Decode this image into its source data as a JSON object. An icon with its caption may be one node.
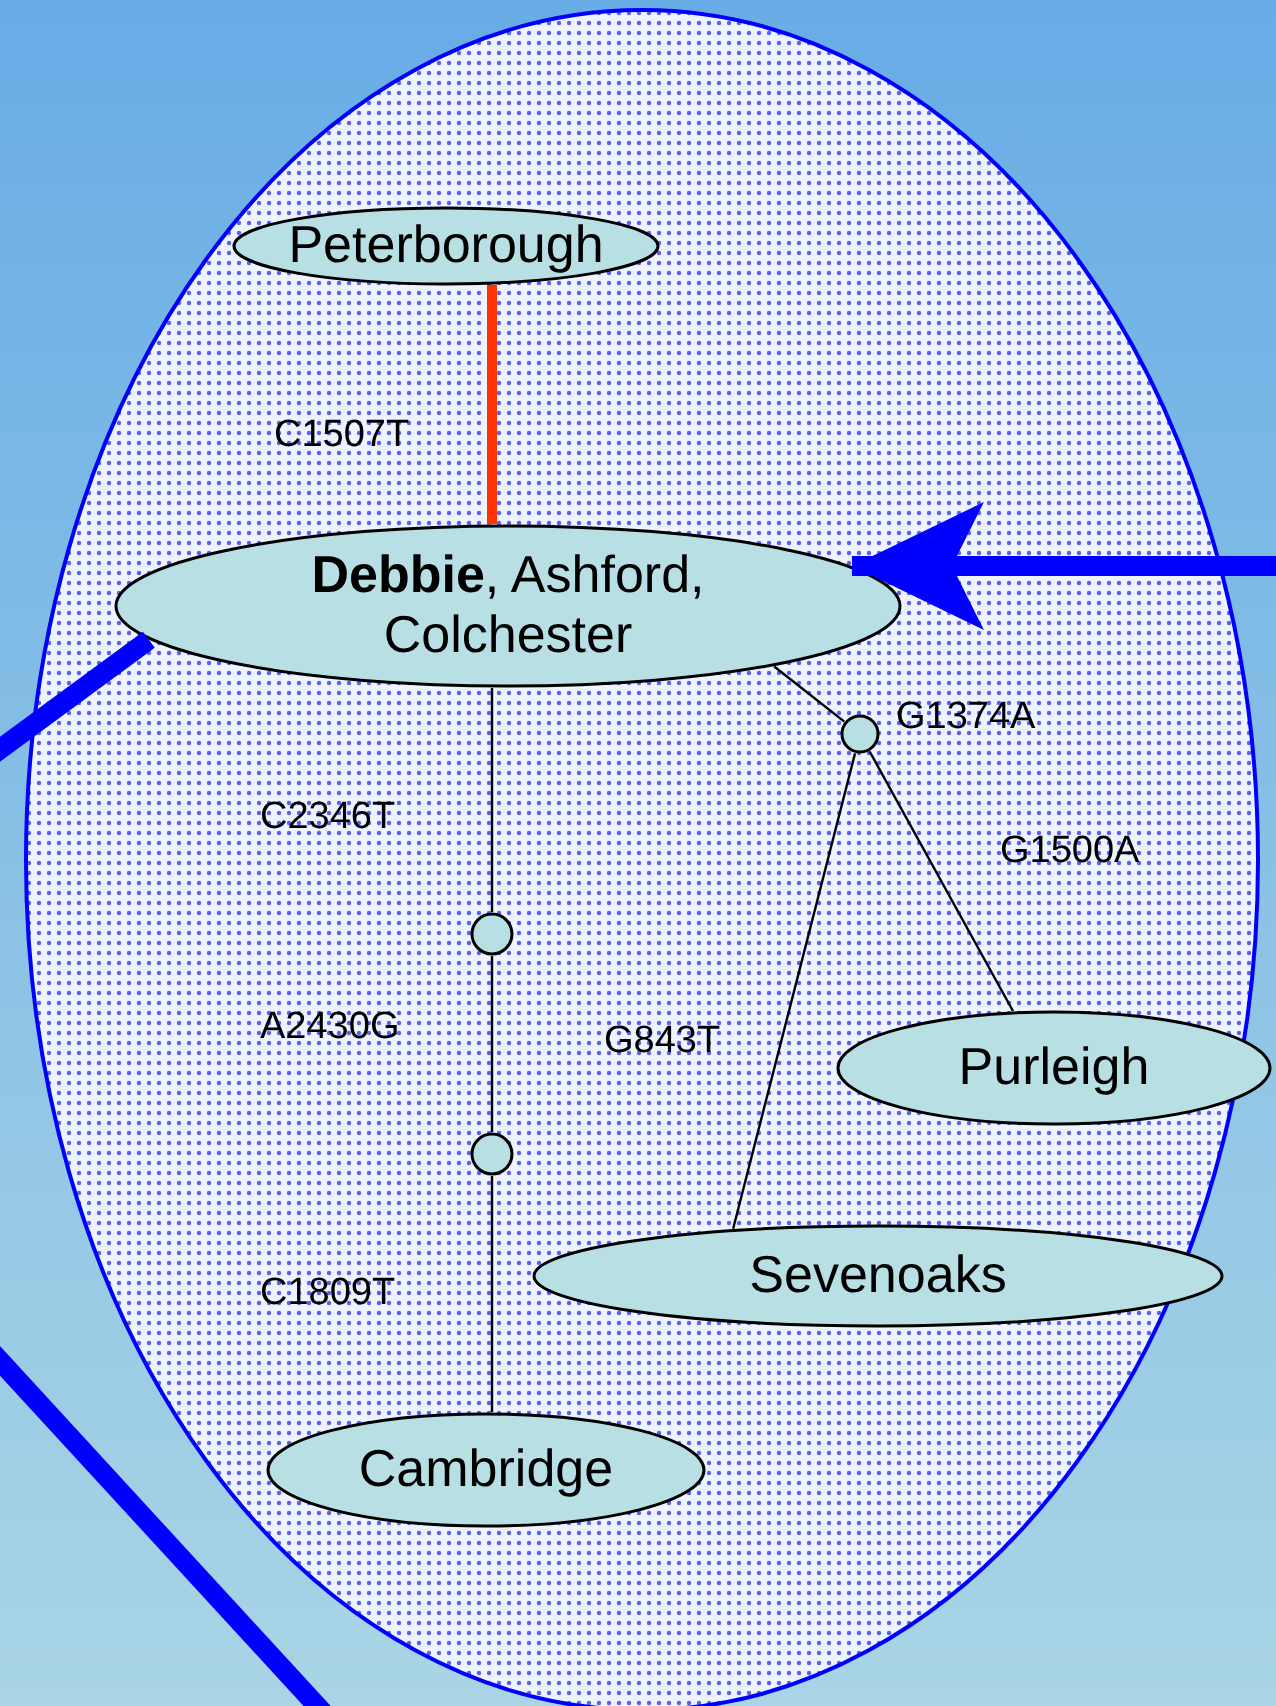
{
  "diagram": {
    "nodes": [
      {
        "text": [],
        "shape": "ellipse"
      },
      {
        "text": [
          "Peterborough"
        ],
        "in": 0
      },
      {
        "text": [
          "**Debbie**, Ashford, Colchester"
        ],
        "in": 0
      },
      {
        "text": [],
        "shape": "circle",
        "in": 0
      },
      {
        "text": [],
        "shape": "circle",
        "in": 0
      },
      {
        "text": [],
        "shape": "circle",
        "in": 0
      },
      {
        "text": [
          "Purleigh"
        ],
        "in": 0
      },
      {
        "text": [
          "Sevenoaks"
        ],
        "in": 0
      },
      {
        "text": [
          "Cambridge"
        ],
        "in": 0
      }
    ],
    "edges": [
      {
        "from": 1,
        "to": 2,
        "arrow": "none",
        "label": "C1507T",
        "style": "thick",
        "color": "#ff3300"
      },
      {
        "from": 2,
        "to": 3,
        "arrow": "none",
        "label": "G1374A"
      },
      {
        "from": 3,
        "to": 6,
        "arrow": "none",
        "label": "G1500A"
      },
      {
        "from": 3,
        "to": 7,
        "arrow": "none",
        "label": "G843T"
      },
      {
        "from": 2,
        "to": 4,
        "arrow": "none",
        "label": "C2346T"
      },
      {
        "from": 4,
        "to": 5,
        "arrow": "none",
        "label": "A2430G"
      },
      {
        "from": 5,
        "to": 8,
        "arrow": "none",
        "label": "C1809T"
      },
      {
        "from": null,
        "to": 2,
        "arrow": "to",
        "style": "thick",
        "color": "#0000ff"
      },
      {
        "from": null,
        "to": 2,
        "arrow": "none",
        "style": "thick",
        "color": "#0000ff"
      }
    ]
  }
}
